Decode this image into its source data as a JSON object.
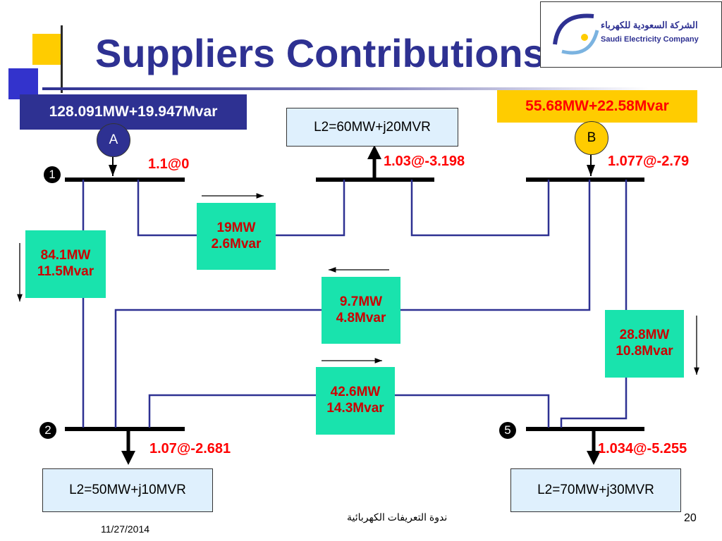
{
  "slide": {
    "title": "Suppliers Contributions",
    "logo": {
      "arabic": "الشركة السعودية للكهرباء",
      "english": "Saudi Electricity Company"
    },
    "suppliers": {
      "a": {
        "text": "128.091MW+19.947Mvar",
        "label": "A"
      },
      "b": {
        "text": "55.68MW+22.58Mvar",
        "label": "B"
      }
    },
    "buses": {
      "b1": "1",
      "b2": "2",
      "b5": "5"
    },
    "loads": {
      "top": "L2=60MW+j20MVR",
      "bottom_left": "L2=50MW+j10MVR",
      "bottom_right": "L2=70MW+j30MVR"
    },
    "voltages": {
      "bus1": "1.1@0",
      "top": "1.03@-3.198",
      "busB": "1.077@-2.79",
      "bus2": "1.07@-2.681",
      "bus5": "1.034@-5.255"
    },
    "flows": {
      "f12": {
        "mw": "84.1MW",
        "mvar": "11.5Mvar"
      },
      "f13": {
        "mw": "19MW",
        "mvar": "2.6Mvar"
      },
      "f32": {
        "mw": "9.7MW",
        "mvar": "4.8Mvar"
      },
      "f25": {
        "mw": "42.6MW",
        "mvar": "14.3Mvar"
      },
      "f35": {
        "mw": "28.8MW",
        "mvar": "10.8Mvar"
      }
    },
    "footer": {
      "arabic": "ندوة التعريفات الكهربائية",
      "date": "11/27/2014",
      "page": "20"
    },
    "colors": {
      "title": "#2e3192",
      "flow_box": "#19e3ad",
      "flow_text": "#cc0000",
      "supplier_b": "#ffcc00",
      "load_box": "#dff0fd",
      "line": "#2e3192"
    }
  }
}
